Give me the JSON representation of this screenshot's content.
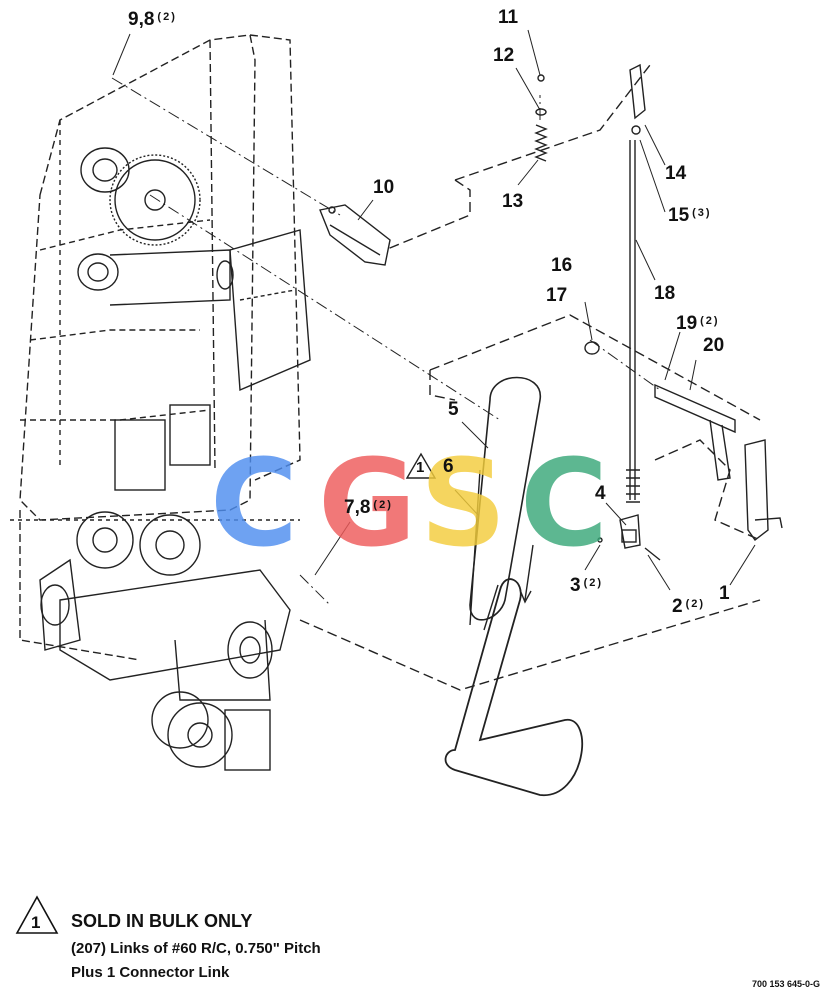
{
  "callouts": [
    {
      "id": "c-9-8",
      "label": "9,8",
      "qty": "(2)"
    },
    {
      "id": "c-11",
      "label": "11",
      "qty": ""
    },
    {
      "id": "c-12",
      "label": "12",
      "qty": ""
    },
    {
      "id": "c-13",
      "label": "13",
      "qty": ""
    },
    {
      "id": "c-14",
      "label": "14",
      "qty": ""
    },
    {
      "id": "c-15",
      "label": "15",
      "qty": "(3)"
    },
    {
      "id": "c-10",
      "label": "10",
      "qty": ""
    },
    {
      "id": "c-16",
      "label": "16",
      "qty": ""
    },
    {
      "id": "c-17",
      "label": "17",
      "qty": ""
    },
    {
      "id": "c-18",
      "label": "18",
      "qty": ""
    },
    {
      "id": "c-19",
      "label": "19",
      "qty": "(2)"
    },
    {
      "id": "c-20",
      "label": "20",
      "qty": ""
    },
    {
      "id": "c-5",
      "label": "5",
      "qty": ""
    },
    {
      "id": "c-6",
      "label": "6",
      "qty": ""
    },
    {
      "id": "c-4",
      "label": "4",
      "qty": ""
    },
    {
      "id": "c-7-8",
      "label": "7,8",
      "qty": "(2)"
    },
    {
      "id": "c-3",
      "label": "3",
      "qty": "(2)"
    },
    {
      "id": "c-2",
      "label": "2",
      "qty": "(2)"
    },
    {
      "id": "c-1",
      "label": "1",
      "qty": ""
    }
  ],
  "note_marker": "1",
  "legend": {
    "marker": "1",
    "title": "SOLD IN BULK ONLY",
    "line1": "(207) Links of #60 R/C, 0.750\" Pitch",
    "line2": "Plus 1 Connector Link"
  },
  "drawing_number": "700 153 645-0-G",
  "watermark": {
    "letters": [
      "C",
      "G",
      "S",
      "C"
    ],
    "colors": [
      "#4f8ef0",
      "#ef5b5b",
      "#f3cd3c",
      "#3aa87a"
    ]
  }
}
